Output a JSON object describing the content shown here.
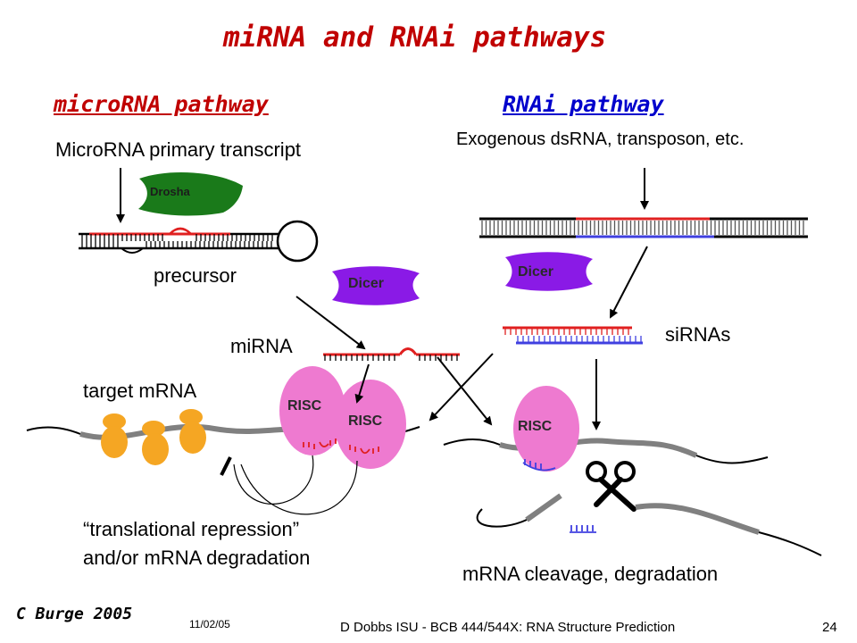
{
  "slide": {
    "title": "miRNA and RNAi pathways",
    "left_heading": "microRNA pathway",
    "right_heading": "RNAi pathway",
    "left_source": "MicroRNA primary transcript",
    "right_source": "Exogenous dsRNA, transposon, etc.",
    "labels": {
      "drosha": "Drosha",
      "dicer": "Dicer",
      "precursor": "precursor",
      "mirna": "miRNA",
      "sirnas": "siRNAs",
      "target_mrna": "target mRNA",
      "risc": "RISC"
    },
    "outcome_left_line1": "“translational repression”",
    "outcome_left_line2": "and/or mRNA degradation",
    "outcome_right": "mRNA cleavage, degradation",
    "credit": "C Burge 2005",
    "date": "11/02/05",
    "footer": "D Dobbs ISU - BCB 444/544X: RNA Structure Prediction",
    "page_number": "24"
  },
  "colors": {
    "title": "#c00000",
    "mirna_strand": "#e02020",
    "sirna_antisense": "#4040e0",
    "drosha": "#1a7a1a",
    "dicer": "#8a1ae6",
    "risc": "#ee7ad0",
    "ribosome": "#f5a623",
    "mrna": "#808080"
  }
}
